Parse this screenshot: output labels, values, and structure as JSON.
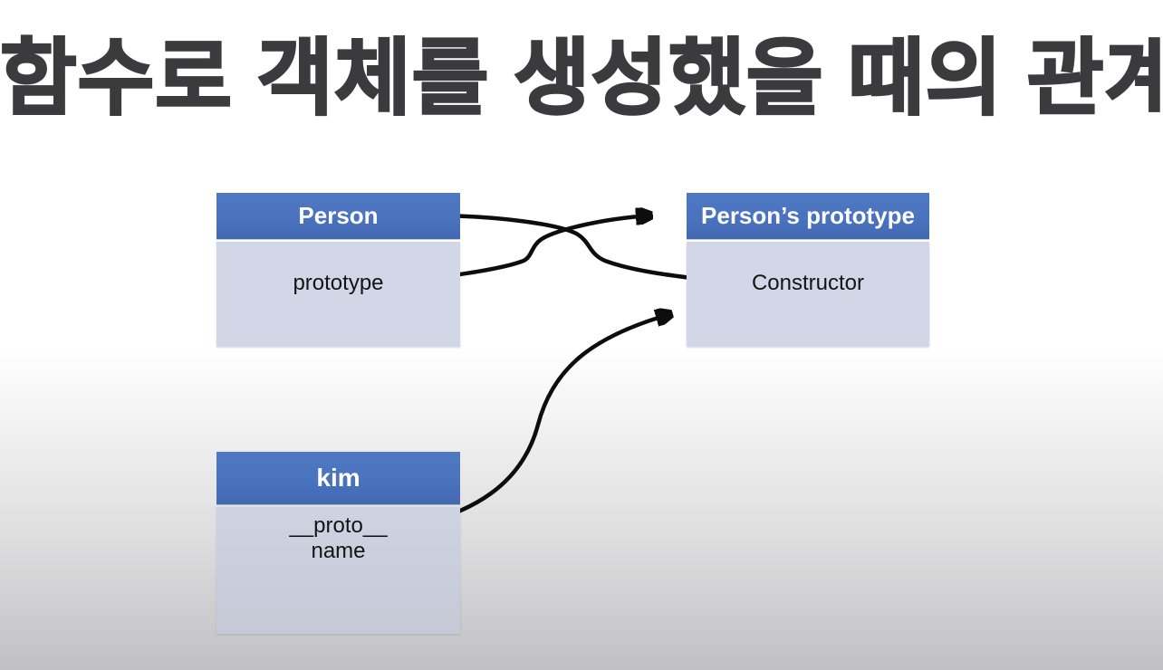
{
  "title": "함수로 객체를 생성했을 때의 관계도",
  "boxes": {
    "person": {
      "title": "Person",
      "fields": [
        "prototype"
      ]
    },
    "persons_prototype": {
      "title": "Person’s prototype",
      "fields": [
        "Constructor"
      ]
    },
    "kim": {
      "title": "kim",
      "fields": [
        "__proto__",
        "name"
      ]
    }
  },
  "connections": [
    {
      "from": "Person.prototype",
      "to": "Person's prototype"
    },
    {
      "from": "Person's prototype.Constructor",
      "to": "Person"
    },
    {
      "from": "kim.__proto__",
      "to": "Person's prototype"
    }
  ],
  "colors": {
    "header_blue": "#4a72bd",
    "body_lavender": "#d2d7e7",
    "arrow_black": "#0d0d0d",
    "title_gray": "#3b3b3d",
    "background_bottom": "#c1c1c3"
  }
}
